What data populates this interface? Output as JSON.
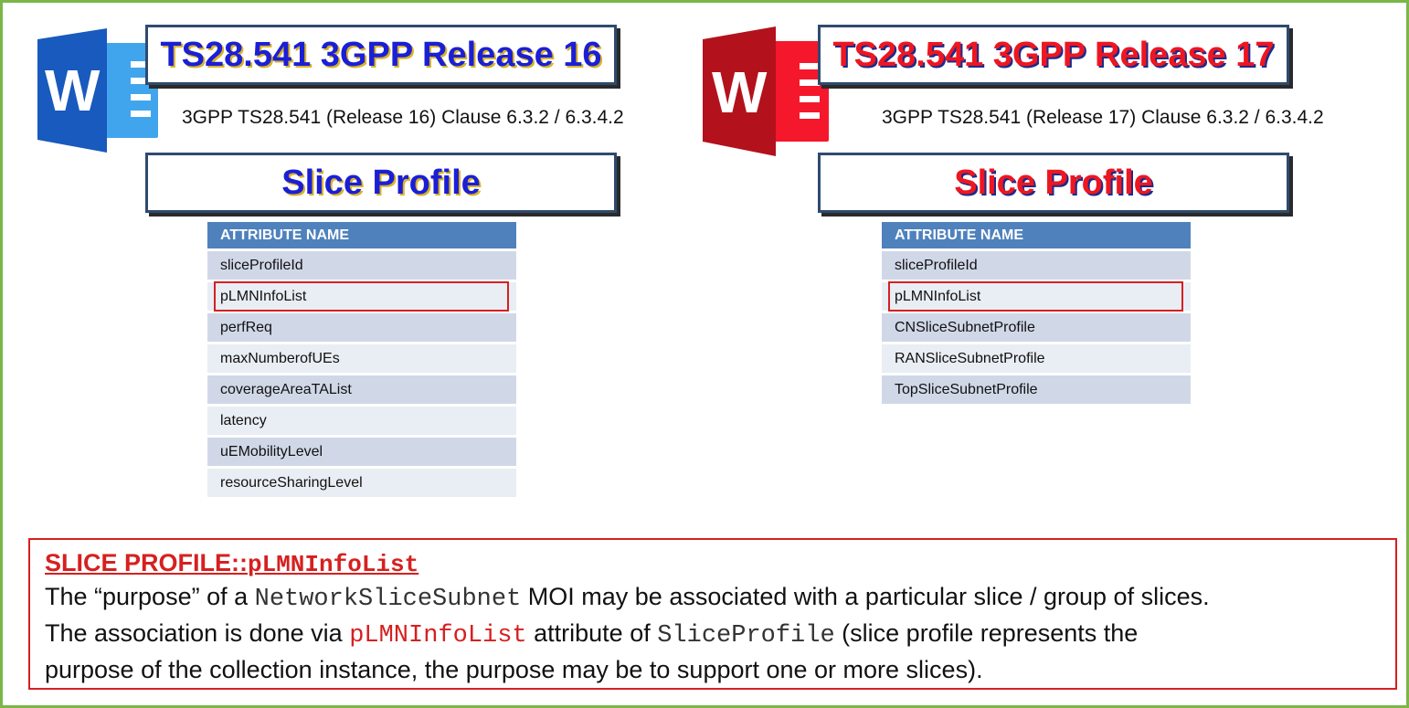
{
  "colors": {
    "frame": "#7ab648",
    "blue_title": "#1a1fd6",
    "red_title": "#ee1620",
    "table_header": "#4f81bd",
    "row_odd": "#d0d8e8",
    "row_even": "#e9edf4",
    "highlight": "#d62020"
  },
  "left": {
    "icon": "word-icon-blue",
    "icon_letter": "W",
    "title": "TS28.541 3GPP Release 16",
    "clause": "3GPP TS28.541 (Release 16) Clause 6.3.2 / 6.3.4.2",
    "profile_title": "Slice Profile",
    "table": {
      "header": "ATTRIBUTE NAME",
      "rows": [
        "sliceProfileId",
        "pLMNInfoList",
        "perfReq",
        "maxNumberofUEs",
        "coverageAreaTAList",
        "latency",
        "uEMobilityLevel",
        "resourceSharingLevel"
      ]
    }
  },
  "right": {
    "icon": "word-icon-red",
    "icon_letter": "W",
    "title": "TS28.541 3GPP Release 17",
    "clause": "3GPP TS28.541 (Release 17) Clause 6.3.2 / 6.3.4.2",
    "profile_title": "Slice Profile",
    "table": {
      "header": "ATTRIBUTE NAME",
      "rows": [
        "sliceProfileId",
        "pLMNInfoList",
        "CNSliceSubnetProfile",
        "RANSliceSubnetProfile",
        "TopSliceSubnetProfile"
      ]
    }
  },
  "note": {
    "heading_prefix": "SLICE PROFILE::",
    "heading_code": "pLMNInfoList",
    "line1_a": "The “purpose” of a ",
    "line1_code": "NetworkSliceSubnet",
    "line1_b": " MOI may be associated with a particular slice / group of slices.",
    "line2_a": "The association is done via ",
    "line2_code_red": "pLMNInfoList",
    "line2_b": " attribute of ",
    "line2_code": "SliceProfile",
    "line2_c": " (slice profile represents the",
    "line3": "purpose of the collection instance, the purpose may be to support one or more slices)."
  }
}
